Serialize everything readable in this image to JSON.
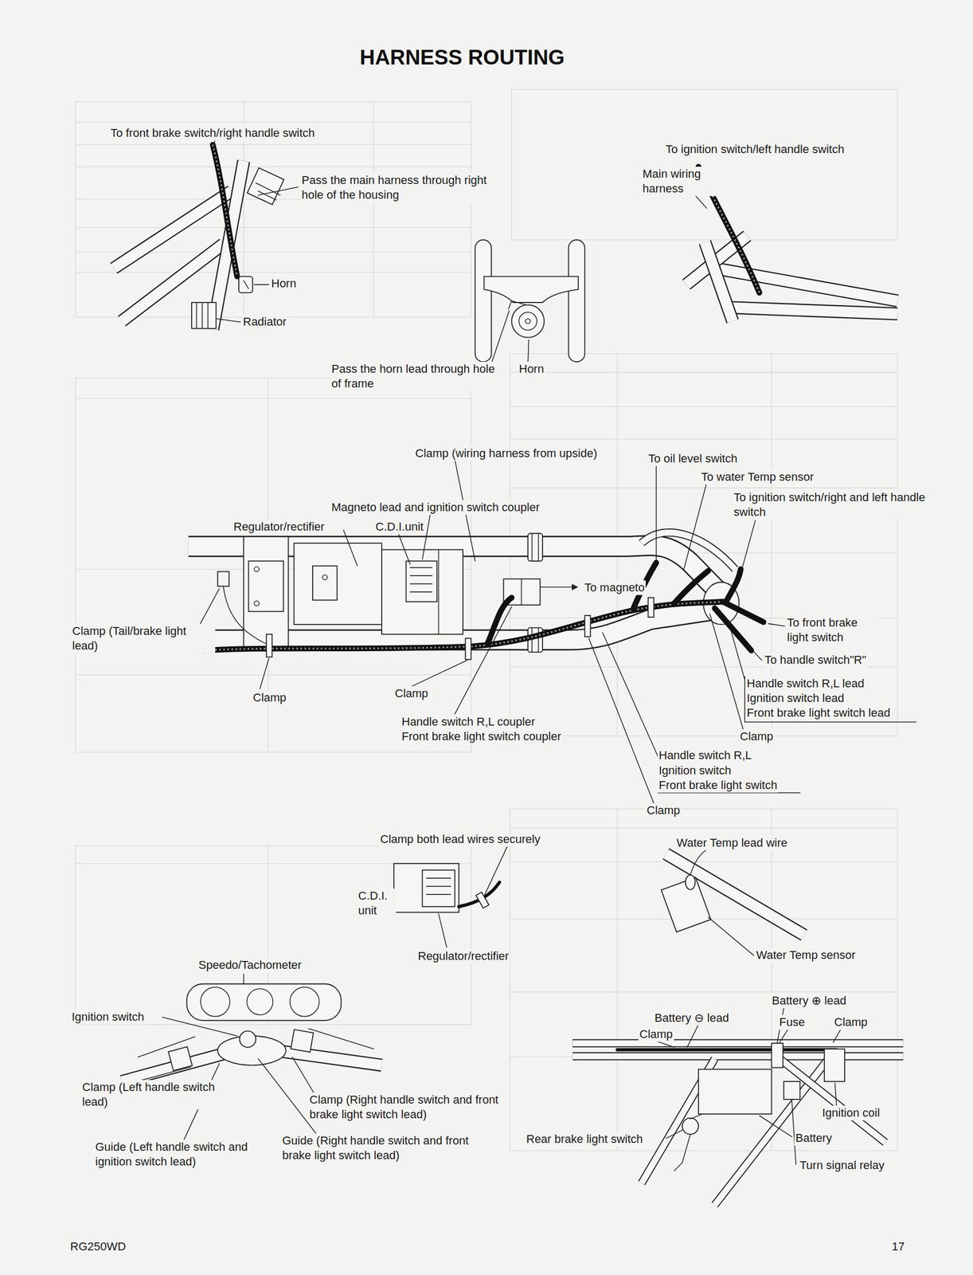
{
  "diagram": {
    "title": "HARNESS ROUTING",
    "labels": [
      "To front brake switch/right handle switch",
      "Pass the main harness through right hole of the housing",
      "Horn",
      "Radiator",
      "To ignition switch/left handle switch",
      "Main wiring harness",
      "Pass the horn lead through hole of frame",
      "Horn",
      "Clamp (wiring harness from upside)",
      "To oil level switch",
      "To water Temp sensor",
      "To ignition switch/right and left handle switch",
      "Magneto lead and ignition switch coupler",
      "Regulator/rectifier",
      "C.D.I.unit",
      "To magneto",
      "Clamp (Tail/brake light lead)",
      "To front brake light switch",
      "To handle switch\"R\"",
      "Handle switch R,L lead",
      "Ignition switch lead",
      "Front brake light switch lead",
      "Clamp",
      "Clamp",
      "Handle switch R,L coupler",
      "Front brake light switch coupler",
      "Clamp",
      "Handle switch R,L",
      "Ignition switch",
      "Front brake light switch",
      "Clamp",
      "Clamp both lead wires securely",
      "Water Temp lead wire",
      "C.D.I. unit",
      "Regulator/rectifier",
      "Water Temp sensor",
      "Speedo/Tachometer",
      "Battery ⊕ lead",
      "Ignition switch",
      "Battery ⊖ lead",
      "Fuse",
      "Clamp",
      "Clamp",
      "Clamp (Left handle switch lead)",
      "Clamp (Right handle switch and front brake light switch lead)",
      "Ignition coil",
      "Guide (Left handle switch and ignition switch lead)",
      "Guide (Right handle switch and front brake light switch lead)",
      "Rear brake light switch",
      "Battery",
      "Turn signal relay",
      "RG250WD",
      "17"
    ]
  }
}
